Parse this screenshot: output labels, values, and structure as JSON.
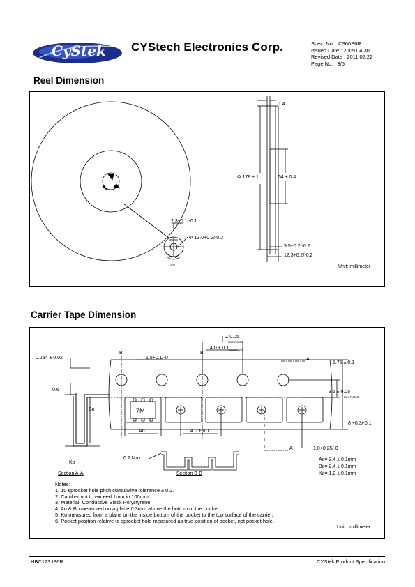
{
  "header": {
    "logo_text": "CyStek",
    "company": "CYStech Electronics Corp.",
    "spec": [
      "Spec. No. : C360S6R",
      "Issued Date : 2009.04.30",
      "Revised Date : 2011.02.22",
      "Page No. : 3/5"
    ]
  },
  "reel": {
    "title": "Reel Dimension",
    "labels": {
      "thickness": "1.4",
      "diameter": "Φ 178 ± 1",
      "hub": "54 ± 0.4",
      "slot": "2.3+0.1/-0.1",
      "center_hole": "Φ 13.0+0.2/-0.2",
      "angle": "120°",
      "inner_width": "9.5+0.2/-0.2",
      "outer_width": "12.3+0.2/-0.2",
      "unit": "Unit: millimeter"
    }
  },
  "tape": {
    "title": "Carrier Tape Dimension",
    "labels": {
      "t": "0.254 ± 0.02",
      "z": "Z 0.05",
      "z_note": "See Note6",
      "p0": "4.0 ± 0.1",
      "p0_note": "See Note1",
      "d0": "1.5+0.1/-0",
      "e": "1.75 ± 0.1",
      "f": "3.5 ± 0.05",
      "f_note": "See Note6",
      "w": "8 +0.3/-0.1",
      "h06": "0.6",
      "bo": "Bo",
      "ko": "Ko",
      "ao": "Ao",
      "p1": "4.0 ± 0.1",
      "d1": "1.0+0.25/-0",
      "part_mark": "7M",
      "b_left": "B",
      "b_right": "B",
      "a_top": "A",
      "a_bottom": "A",
      "max": "0.2 Max",
      "section_aa": "Section A-A",
      "section_bb": "Section B-B",
      "ao_val": "Ao= 2.4 ± 0.1mm",
      "bo_val": "Bo= 2.4 ± 0.1mm",
      "ko_val": "Ko= 1.2 ± 0.1mm",
      "unit": "Unit : millimeter"
    },
    "notes": [
      "Notes:",
      "1. 10 sprocket hole pitch cumulative tolerance ± 0.2.",
      "2. Camber not to exceed 1mm in 100mm.",
      "3. Material: Conductive Black Polystyrene.",
      "4. Ao & Bo measured on a plane 0.3mm above the bottom of the pocket.",
      "5. Ko measured from a plane on the inside bottom of the pocket to the top surface of the carrier.",
      "6. Pocket position relative to sprocket hole measured as true position of pocket, not pocket hole."
    ]
  },
  "footer": {
    "left": "HBC123JS6R",
    "right": "CYStek Product Specification"
  }
}
